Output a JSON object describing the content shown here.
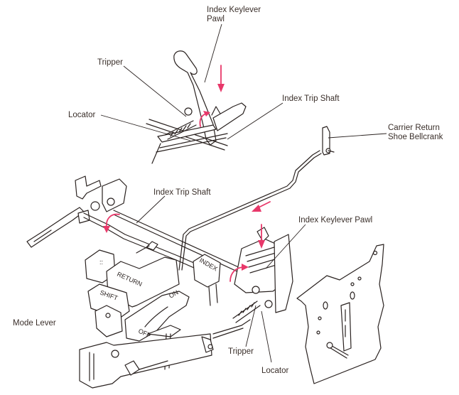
{
  "diagram": {
    "title": "Index / Carrier Return linkage",
    "labels": {
      "index_keylever_pawl_top": [
        "Index Keylever",
        "Pawl"
      ],
      "tripper_top": "Tripper",
      "locator_top": "Locator",
      "index_trip_shaft_top": "Index Trip Shaft",
      "carrier_return_shoe_bellcrank": [
        "Carrier Return",
        "Shoe Bellcrank"
      ],
      "index_trip_shaft_mid": "Index Trip Shaft",
      "index_keylever_pawl_mid": "Index Keylever Pawl",
      "mode_lever": "Mode Lever",
      "tripper_bottom": "Tripper",
      "locator_bottom": "Locator"
    },
    "keys": {
      "return": "RETURN",
      "shift": "SHIFT",
      "index": "INDEX",
      "on": "ON",
      "off": "OFF",
      "small_key": "::"
    },
    "colors": {
      "ink": "#2a2220",
      "label_text": "#3a2f2a",
      "motion_arrow": "#e8386a"
    }
  }
}
